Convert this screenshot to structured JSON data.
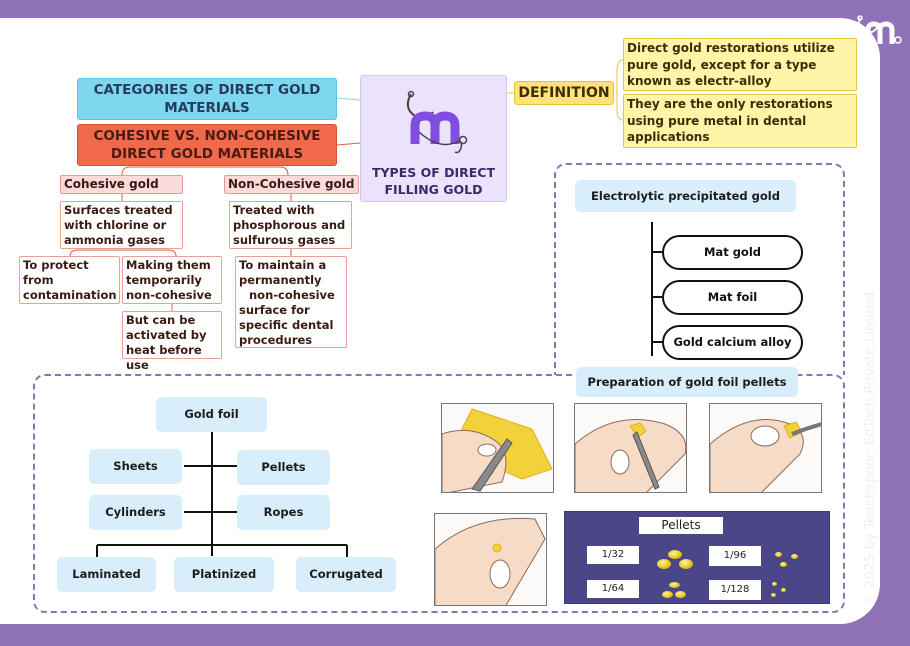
{
  "center": {
    "title_line1": "TYPES OF DIRECT",
    "title_line2": "FILLING GOLD",
    "logo_icon": "medistudygo-stethoscope-m-logo"
  },
  "colors": {
    "frame": "#8f71b8",
    "categories": "#7fd6ef",
    "cohesive_header": "#f0694a",
    "definition": "#ffe27a",
    "definition_body": "#fff5a8",
    "pill": "#d8eefb",
    "pellet_panel": "#4a4688"
  },
  "categories": {
    "line1": "CATEGORIES OF DIRECT GOLD",
    "line2": "MATERIALS"
  },
  "cohesive": {
    "title_line1": "COHESIVE VS. NON-COHESIVE",
    "title_line2": "DIRECT GOLD MATERIALS",
    "cohesive_gold": {
      "label": "Cohesive gold",
      "treatment": [
        "Surfaces treated",
        "with chlorine or",
        "ammonia gases"
      ],
      "purpose": [
        "To protect",
        "from",
        "contamination"
      ],
      "effect": [
        "Making them",
        "temporarily",
        "non-cohesive"
      ],
      "note": [
        "But can be",
        "activated by",
        "heat before use"
      ]
    },
    "non_cohesive_gold": {
      "label": "Non-Cohesive gold",
      "treatment": [
        "Treated with",
        "phosphorous and",
        "sulfurous gases"
      ],
      "purpose": [
        "To maintain a",
        "permanently",
        "non-cohesive",
        "surface for",
        "specific dental",
        "procedures"
      ]
    }
  },
  "definition": {
    "label": "DEFINITION",
    "items": [
      [
        "Direct gold restorations utilize",
        "pure gold, except for a type",
        "known as electr-alloy"
      ],
      [
        "They are the only restorations",
        "using pure metal in dental",
        "applications"
      ]
    ]
  },
  "electrolytic": {
    "title": "Electrolytic precipitated gold",
    "items": [
      "Mat gold",
      "Mat foil",
      "Gold calcium alloy"
    ]
  },
  "gold_foil": {
    "root": "Gold foil",
    "forms_left": [
      "Sheets",
      "Cylinders"
    ],
    "forms_right": [
      "Pellets",
      "Ropes"
    ],
    "types": [
      "Laminated",
      "Platinized",
      "Corrugated"
    ]
  },
  "pellets": {
    "title": "Preparation of gold foil pellets",
    "steps": [
      "step-1-foil-with-pliers",
      "step-2-folding-foil",
      "step-3-rolling-pellet",
      "step-4-finished-pellet"
    ],
    "panel_title": "Pellets",
    "sizes": [
      "1/32",
      "1/96",
      "1/64",
      "1/128"
    ]
  },
  "footer": {
    "copyright": "© 2025 by Teachspoon EdTech Private Limited"
  }
}
